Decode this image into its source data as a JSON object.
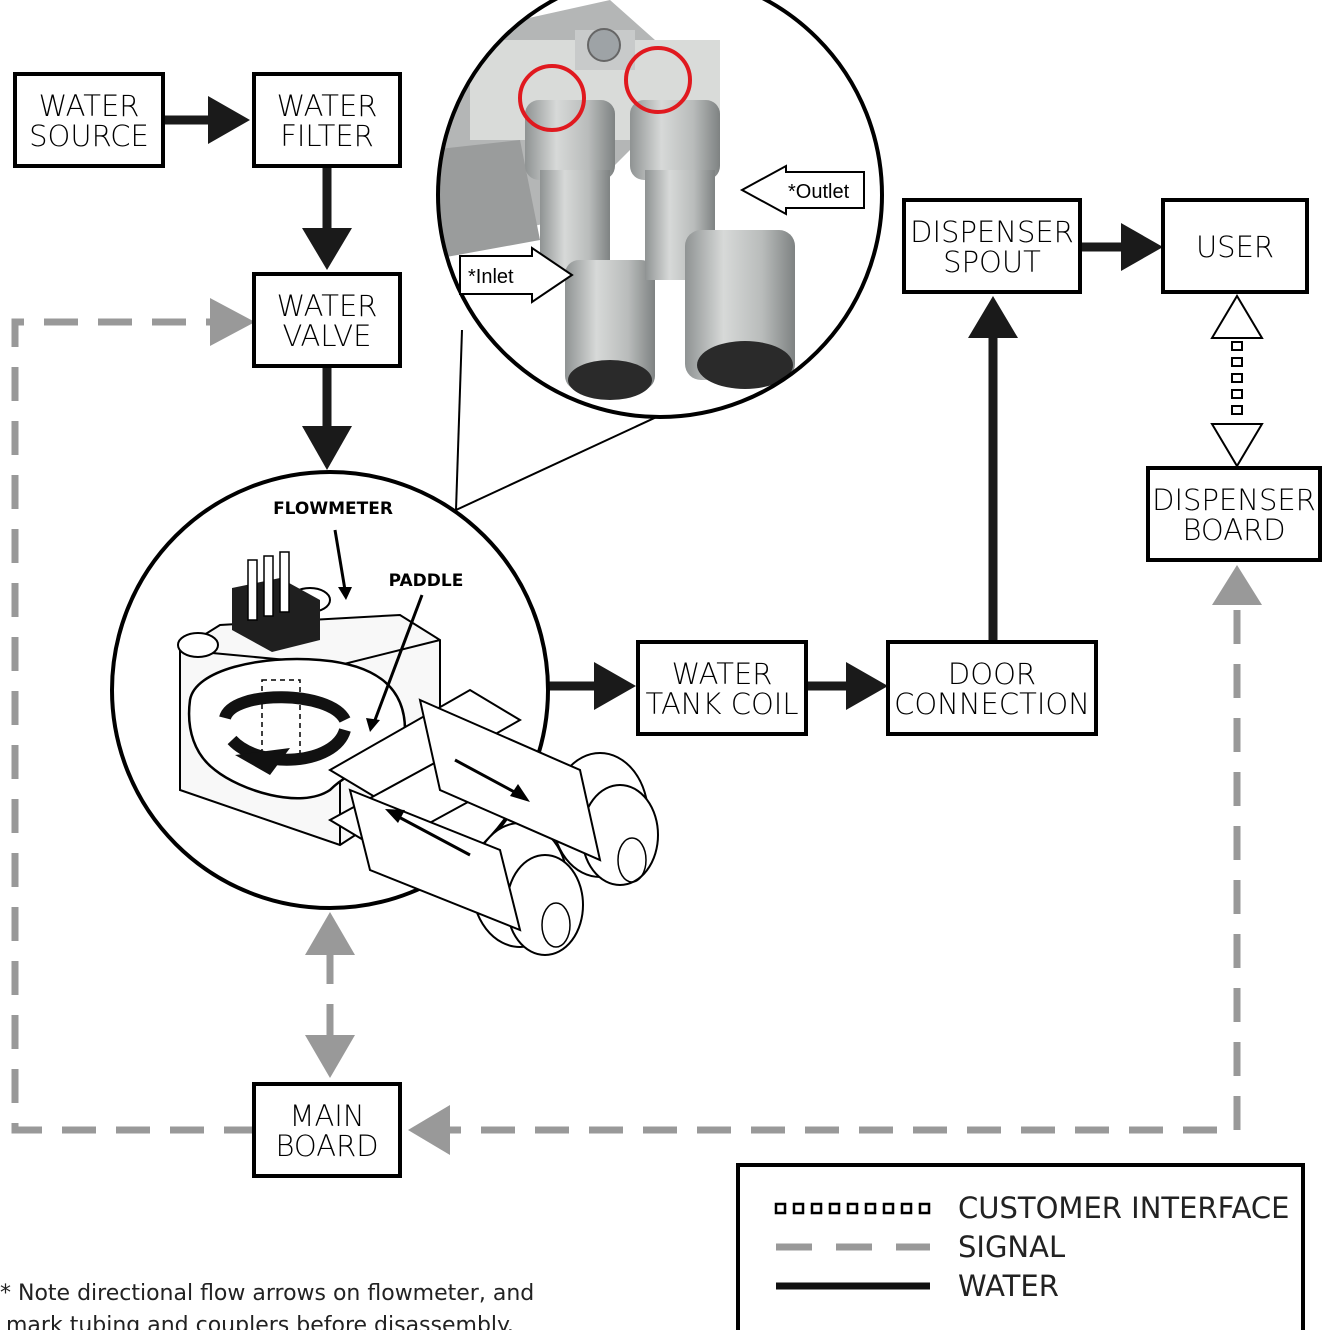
{
  "boxes": {
    "water_source": [
      "WATER",
      "SOURCE"
    ],
    "water_filter": [
      "WATER",
      "FILTER"
    ],
    "water_valve": [
      "WATER",
      "VALVE"
    ],
    "water_tank_coil": [
      "WATER",
      "TANK COIL"
    ],
    "door_connection": [
      "DOOR",
      "CONNECTION"
    ],
    "dispenser_spout": [
      "DISPENSER",
      "SPOUT"
    ],
    "user": [
      "USER"
    ],
    "dispenser_board": [
      "DISPENSER",
      "BOARD"
    ],
    "main_board": [
      "MAIN",
      "BOARD"
    ]
  },
  "callouts": {
    "flowmeter": "FLOWMETER",
    "paddle": "PADDLE",
    "inlet": "*Inlet",
    "outlet": "*Outlet"
  },
  "legend": {
    "customer_interface": "CUSTOMER INTERFACE",
    "signal": "SIGNAL",
    "water": "WATER"
  },
  "note": {
    "line1": "* Note directional flow arrows on flowmeter, and",
    "line2": "mark tubing and couplers before disassembly."
  },
  "colors": {
    "water_line": "#1a1a1a",
    "signal_line": "#999999",
    "highlight_circle": "#e0191f"
  }
}
